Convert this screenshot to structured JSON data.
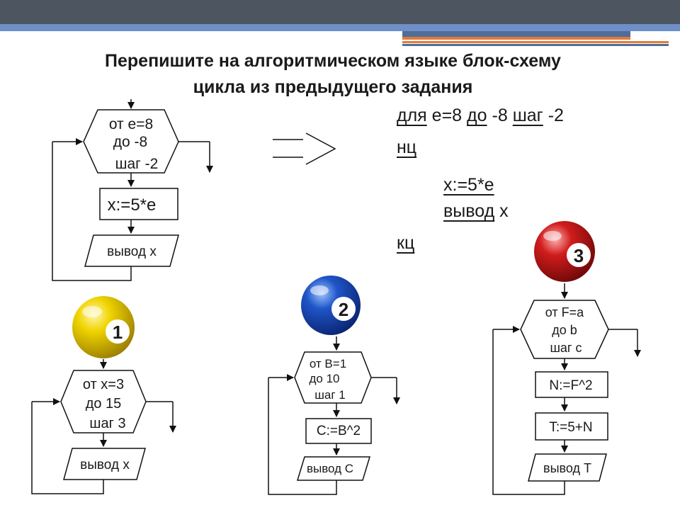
{
  "slide": {
    "title_line1": "Перепишите на алгоритмическом языке блок-схему",
    "title_line2": "цикла из предыдущего задания"
  },
  "main_flowchart": {
    "loop_line1": "от е=8",
    "loop_line2": "до -8",
    "loop_line3": "шаг -2",
    "assign": "x:=5*e",
    "output": "вывод x"
  },
  "algorithm": {
    "kw_for": "для",
    "var_e": "е=8",
    "kw_to": "до",
    "val_to": "-8",
    "kw_step": "шаг",
    "val_step": "-2",
    "kw_begin": "нц",
    "stmt1": "x:=5*e",
    "kw_output": "вывод",
    "out_var": "x",
    "kw_end": "кц"
  },
  "exercises": [
    {
      "ball_number": "1",
      "ball_color": "#e8c800",
      "loop_line1": "от x=3",
      "loop_line2": "до 15",
      "loop_line3": "шаг 3",
      "output": "вывод x"
    },
    {
      "ball_number": "2",
      "ball_color": "#1f55c8",
      "loop_line1": "от B=1",
      "loop_line2": "до 10",
      "loop_line3": "шаг 1",
      "assign": "C:=B^2",
      "output": "вывод C"
    },
    {
      "ball_number": "3",
      "ball_color": "#d01c1c",
      "loop_line1": "от F=a",
      "loop_line2": "до b",
      "loop_line3": "шаг c",
      "assign1": "N:=F^2",
      "assign2": "T:=5+N",
      "output": "вывод T"
    }
  ]
}
